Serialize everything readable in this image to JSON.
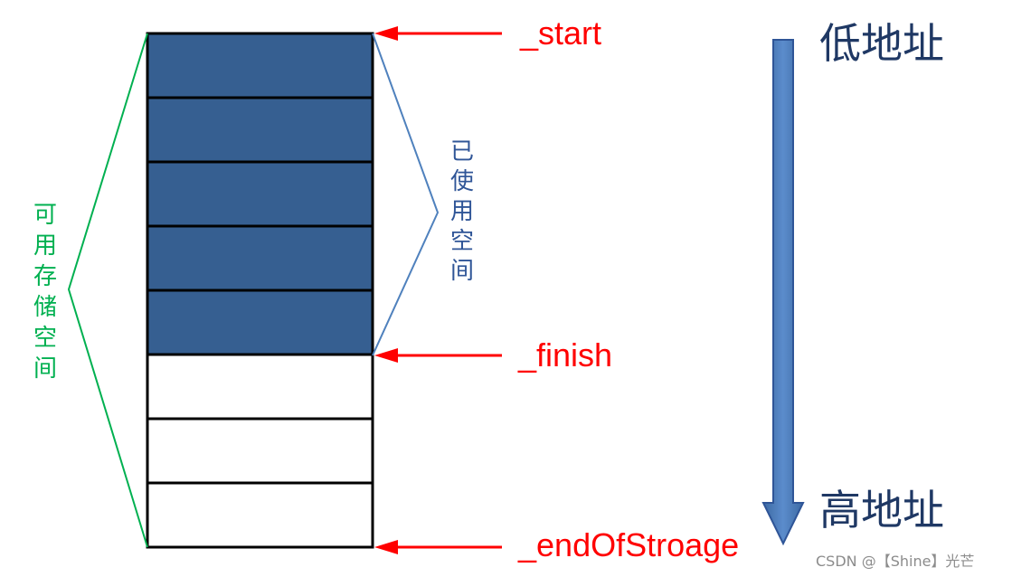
{
  "pointers": {
    "start": "_start",
    "finish": "_finish",
    "end_of_storage": "_endOfStroage"
  },
  "address": {
    "low": "低地址",
    "high": "高地址"
  },
  "brackets": {
    "available_storage": [
      "可",
      "用",
      "存",
      "储",
      "空",
      "间"
    ],
    "used_space": [
      "已",
      "使",
      "用",
      "空",
      "间"
    ]
  },
  "memory": {
    "total_cells": 8,
    "used_cells": 5
  },
  "colors": {
    "used_cell": "#365f91",
    "pointer": "#ff0000",
    "available_bracket": "#00b050",
    "used_bracket": "#4f81bd",
    "address_arrow": "#4f81bd",
    "address_text": "#1f3864"
  },
  "watermark": "CSDN @【Shine】光芒"
}
